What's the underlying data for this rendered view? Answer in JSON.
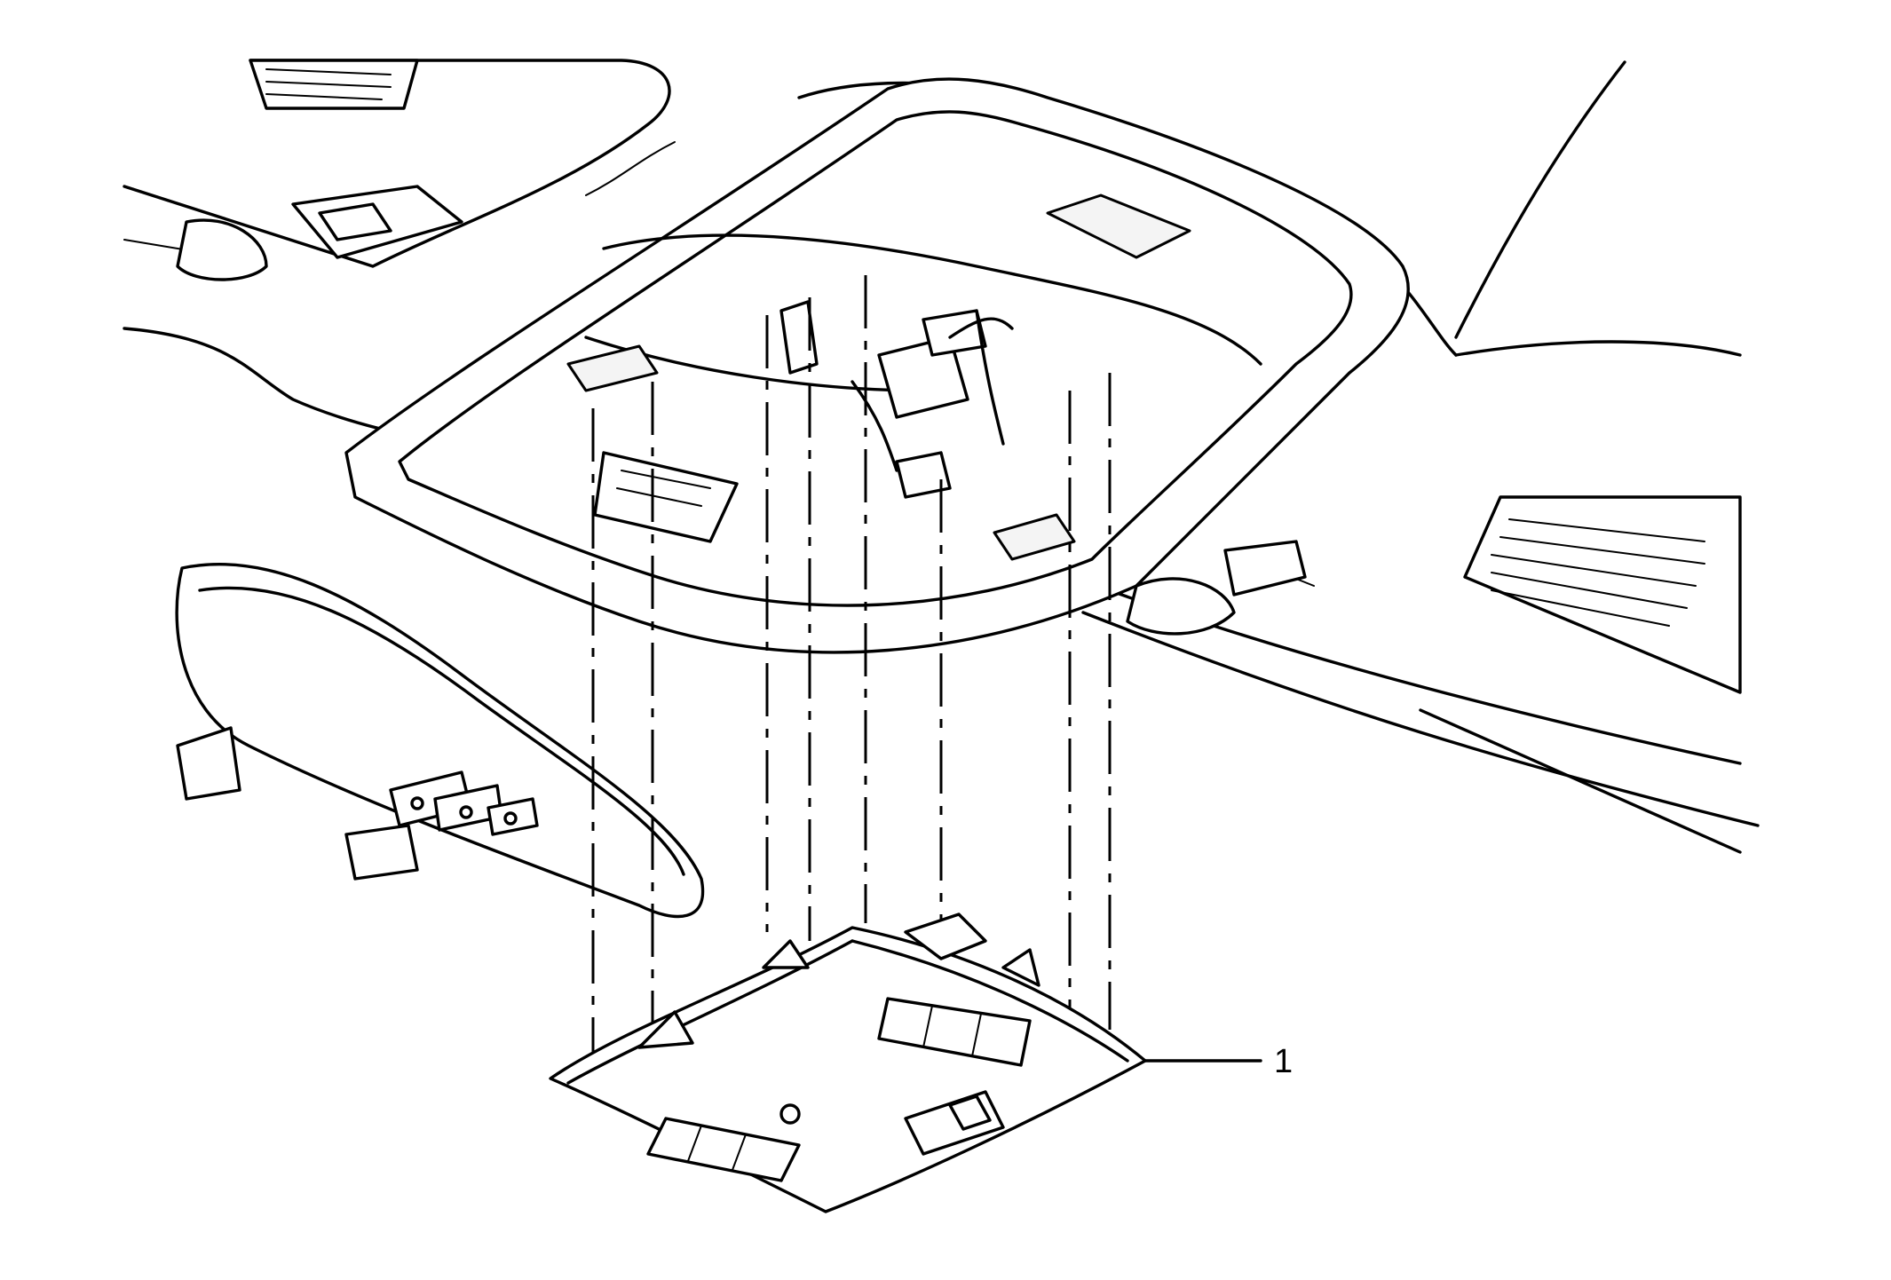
{
  "callouts": [
    {
      "id": "1",
      "label": "1"
    }
  ],
  "colors": {
    "line": "#000000",
    "background": "#ffffff"
  },
  "icons": [
    "rear-view-mirror",
    "overhead-console",
    "sun-visor-label",
    "grab-handle"
  ]
}
